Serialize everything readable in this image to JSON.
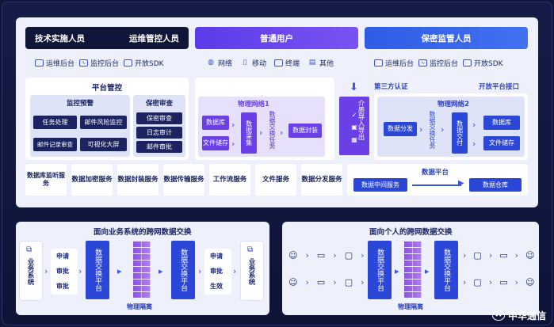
{
  "headers": {
    "tech": "技术实施人员",
    "ops": "运维管控人员",
    "user": "普通用户",
    "security": "保密监管人员"
  },
  "left_sub": [
    "运维后台",
    "监控后台",
    "开放SDK"
  ],
  "mid_sub": [
    "网络",
    "移动",
    "终端",
    "其他"
  ],
  "right_sub": [
    "运维后台",
    "监控后台",
    "开放SDK"
  ],
  "platform": {
    "title": "平台管控",
    "monitor_title": "监控预警",
    "monitor_items": [
      "任务处理",
      "邮件风险监控",
      "邮件记录审查",
      "可视化大屏"
    ],
    "audit_title": "保密审查",
    "audit_items": [
      "保密审查",
      "日志审计",
      "邮件审批"
    ]
  },
  "network1": {
    "title": "物理网络1",
    "db": "数据库",
    "fs": "文件储存",
    "collect": "数据采集",
    "exchange": "数据交换任务",
    "seal": "数据封装"
  },
  "media": "介质导入导出",
  "third_party": "第三方认证",
  "open_api": "开放平台接口",
  "network2": {
    "title": "物理网络2",
    "dist": "数据分发",
    "exchange": "数据交换任务",
    "deliver": "数据交付",
    "db": "数据库",
    "fs": "文件储存"
  },
  "services": [
    "数据库监听服务",
    "数据加密服务",
    "数据封装服务",
    "数据传输服务",
    "工作流服务",
    "文件服务",
    "数据分发服务"
  ],
  "data_platform": {
    "title": "数据平台",
    "middleware": "数据中间服务",
    "warehouse": "数据仓库"
  },
  "biz": {
    "title": "面向业务系统的跨网数据交换",
    "system_left": "业务系统",
    "apply": "申请",
    "approve1": "审批",
    "approve2": "审批",
    "exchange_left": "数据交换平台",
    "isolation": "物理隔离",
    "exchange_right": "数据交换平台",
    "apply_r": "申请",
    "approve_r": "审批",
    "effect": "生效",
    "system_right": "业务系统"
  },
  "personal": {
    "title": "面向个人的跨网数据交换",
    "exchange_left": "数据交换平台",
    "isolation": "物理隔离",
    "exchange_right": "数据交换平台"
  },
  "watermark": "中华通信"
}
